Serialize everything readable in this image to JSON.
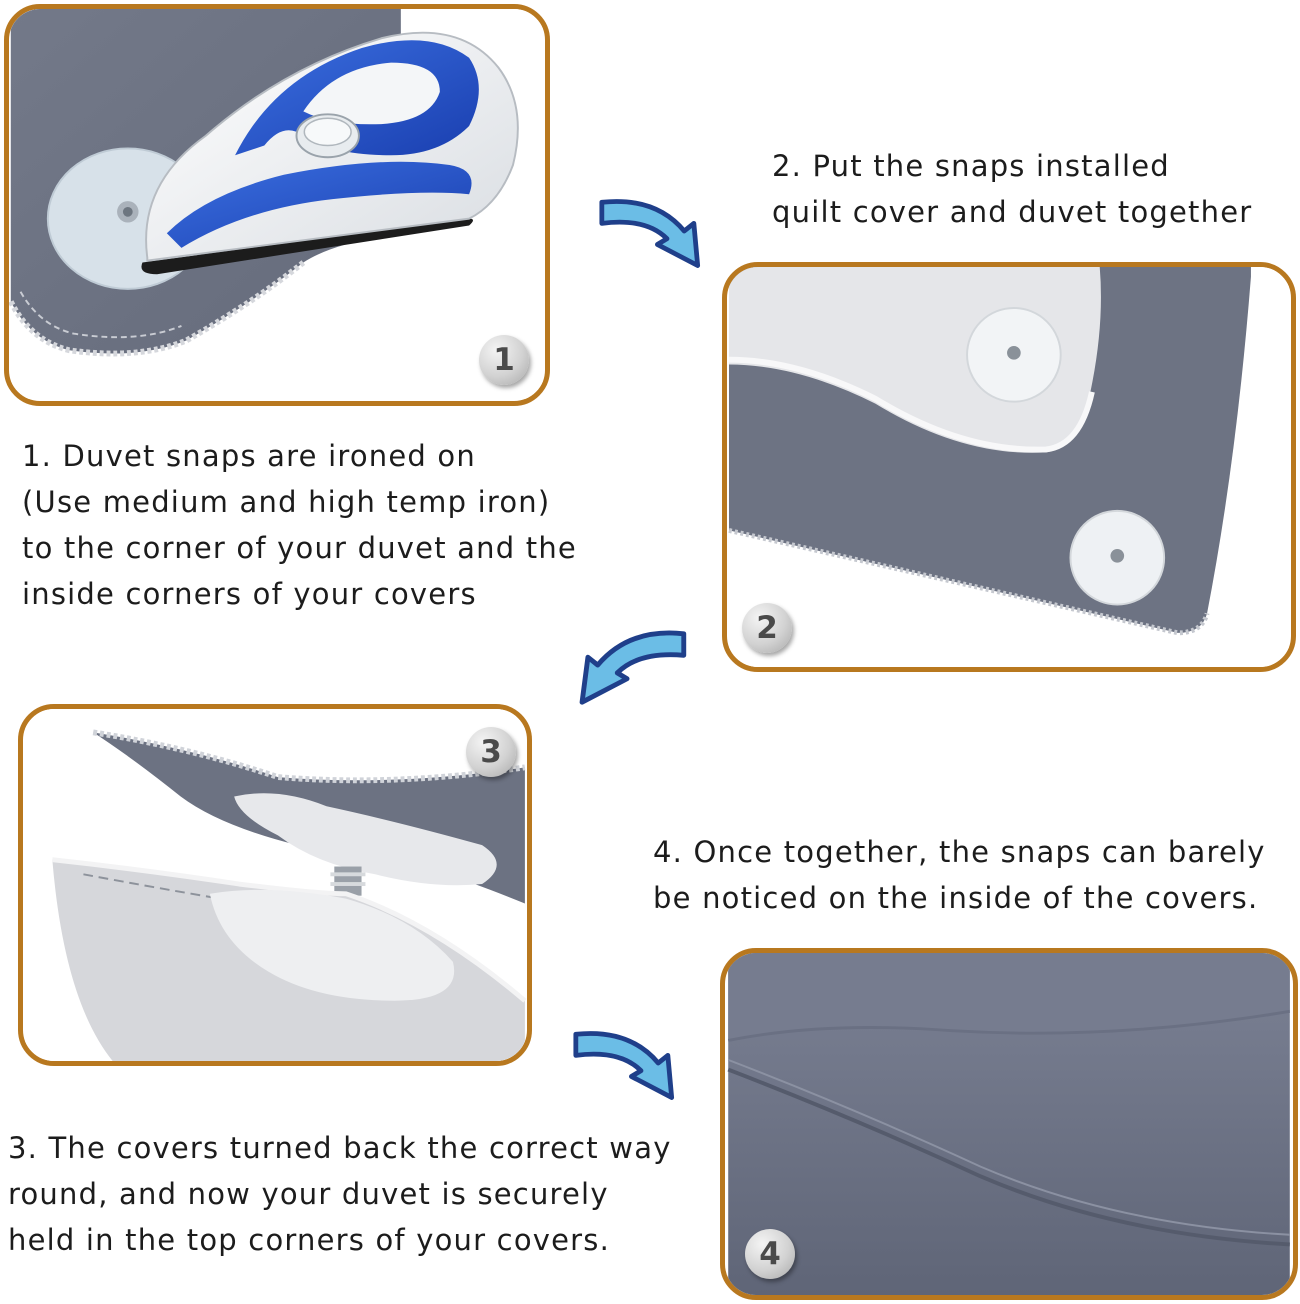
{
  "steps": [
    {
      "badge": "1",
      "lines": [
        "1. Duvet snaps are ironed on",
        "(Use medium and high temp iron)",
        "to the corner of your duvet and the",
        "inside corners of your covers"
      ]
    },
    {
      "badge": "2",
      "lines": [
        "2. Put the snaps installed",
        "quilt cover and duvet together"
      ]
    },
    {
      "badge": "3",
      "lines": [
        "3. The covers turned back the correct way",
        "round, and now your duvet is securely",
        "held in the top corners of your covers."
      ]
    },
    {
      "badge": "4",
      "lines": [
        "4. Once together, the snaps can barely",
        "be noticed on the inside of the covers."
      ]
    }
  ],
  "icons": [
    "iron-icon",
    "snap-disc-icon",
    "curved-arrow-icon"
  ],
  "colors": {
    "frame": "#b8781f",
    "fabric": "#6e7485",
    "arrow_fill": "#6bbde6",
    "arrow_outline": "#1f3f8a"
  }
}
